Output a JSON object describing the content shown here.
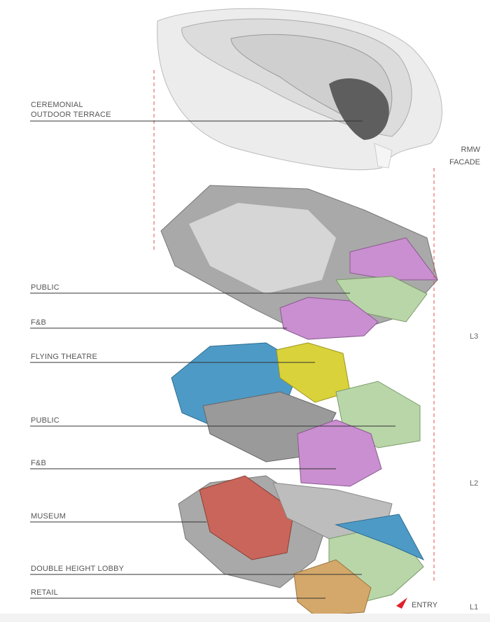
{
  "labels": {
    "ceremonial_1": "CEREMONIAL",
    "ceremonial_2": "OUTDOOR TERRACE",
    "rmw_1": "RMW",
    "rmw_2": "FACADE",
    "l3_public": "PUBLIC",
    "l3_fb": "F&B",
    "flying_theatre": "FLYING THEATRE",
    "l2_public": "PUBLIC",
    "l2_fb": "F&B",
    "museum": "MUSEUM",
    "lobby": "DOUBLE HEIGHT LOBBY",
    "retail": "RETAIL",
    "entry": "ENTRY"
  },
  "levels": {
    "l3": "L3",
    "l2": "L2",
    "l1": "L1"
  },
  "colors": {
    "public": "#b9d6a8",
    "fb": "#c98fd0",
    "flying_theatre": "#d9d23a",
    "museum": "#c9655a",
    "retail": "#d4a86a",
    "blue_zone": "#4d9ac6",
    "guide": "#e05050",
    "entry_arrow": "#e0202a"
  }
}
